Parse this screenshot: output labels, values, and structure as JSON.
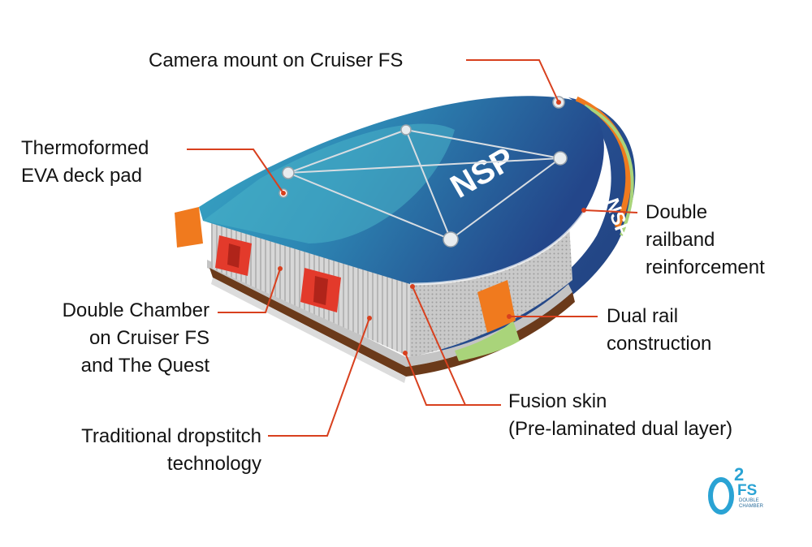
{
  "labels": {
    "camera_mount": "Camera mount on Cruiser FS",
    "deck_pad": "Thermoformed\nEVA deck pad",
    "railband": "Double\nrailband\nreinforcement",
    "double_chamber": "Double Chamber\non Cruiser FS\nand The Quest",
    "dual_rail": "Dual rail\nconstruction",
    "fusion_skin": "Fusion skin\n(Pre-laminated dual layer)",
    "dropstitch": "Traditional dropstitch\ntechnology"
  },
  "board": {
    "brand_deck": "NSP",
    "brand_side": "NSP"
  },
  "logo": {
    "letter": "O",
    "superscript": "2",
    "suffix": "FS",
    "subtitle_1": "DOUBLE",
    "subtitle_2": "CHAMBER"
  },
  "colors": {
    "leader": "#d8401e",
    "deck_teal": "#2b8fb3",
    "deck_blue": "#244d8e",
    "rail_orange": "#f07a1e",
    "chamber_red": "#e33a2b",
    "logo_blue": "#2aa3d4"
  }
}
